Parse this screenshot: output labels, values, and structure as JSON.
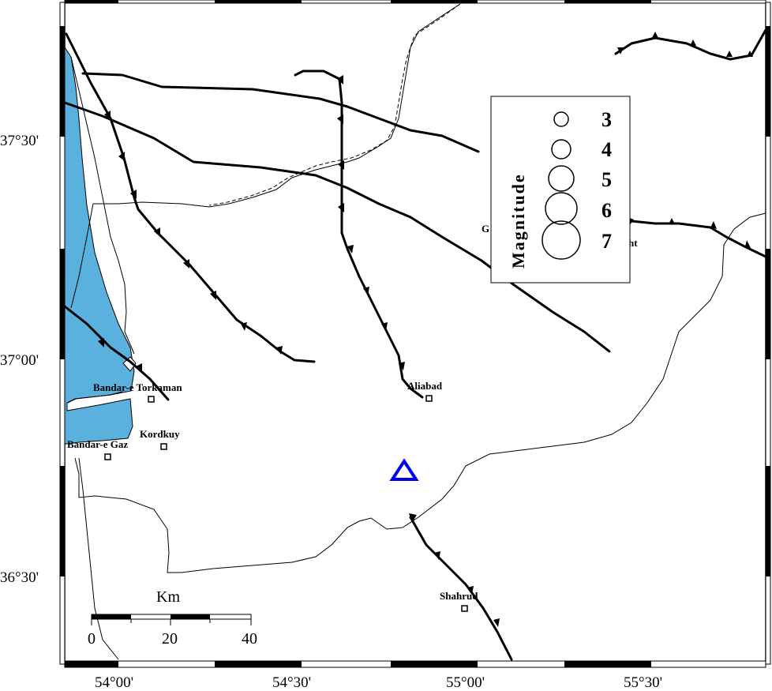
{
  "axes": {
    "y_labels": [
      "37°30'",
      "37°00'",
      "36°30'"
    ],
    "x_labels": [
      "54°00'",
      "54°30'",
      "55°00'",
      "55°30'"
    ]
  },
  "cities": [
    {
      "name": "Bandar-e Torkaman"
    },
    {
      "name": "Aliabad"
    },
    {
      "name": "Kordkuy"
    },
    {
      "name": "Bandar-e Gaz"
    },
    {
      "name": "Shahrud"
    },
    {
      "name": "G"
    },
    {
      "name": "ht"
    }
  ],
  "scale_bar": {
    "unit": "Km",
    "ticks": [
      "0",
      "20",
      "40"
    ]
  },
  "legend": {
    "title": "Magnitude",
    "values": [
      "3",
      "4",
      "5",
      "6",
      "7"
    ]
  },
  "colors": {
    "sea": "#5bb1de",
    "station": "#0000ee"
  }
}
